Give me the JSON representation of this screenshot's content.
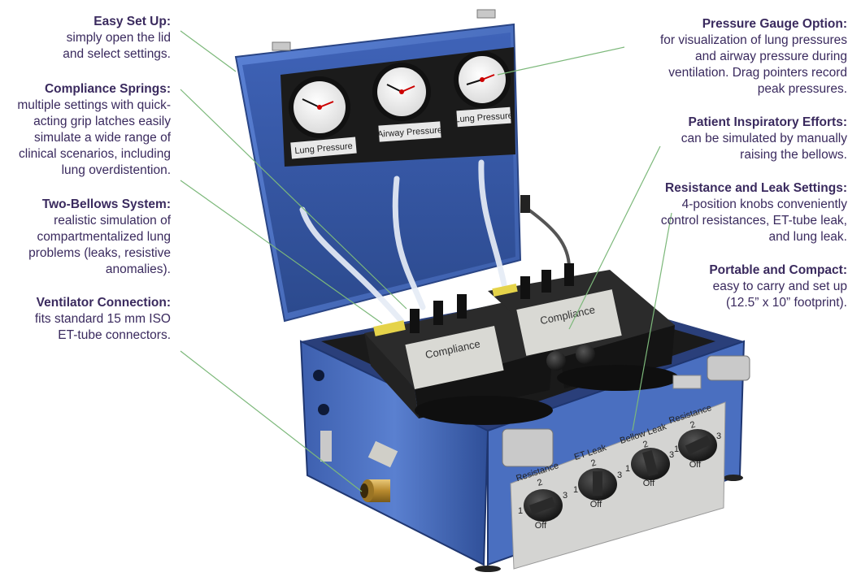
{
  "callouts_left": [
    {
      "title": "Easy Set Up:",
      "lines": [
        "simply open the lid",
        "and select settings."
      ]
    },
    {
      "title": "Compliance Springs:",
      "lines": [
        "multiple settings with quick-",
        "acting grip latches easily",
        "simulate a wide range of",
        "clinical scenarios, including",
        "lung overdistention."
      ]
    },
    {
      "title": "Two-Bellows System:",
      "lines": [
        "realistic simulation of",
        "compartmentalized lung",
        "problems (leaks, resistive",
        "anomalies)."
      ]
    },
    {
      "title": "Ventilator Connection:",
      "lines": [
        "fits standard 15 mm ISO",
        "ET-tube connectors."
      ]
    }
  ],
  "callouts_right": [
    {
      "title": "Pressure Gauge Option:",
      "lines": [
        "for visualization of lung pressures",
        "and airway pressure during",
        "ventilation. Drag pointers record",
        "peak pressures."
      ]
    },
    {
      "title": "Patient Inspiratory Efforts:",
      "lines": [
        "can be simulated by manually",
        "raising the bellows."
      ]
    },
    {
      "title": "Resistance and Leak Settings:",
      "lines": [
        "4-position knobs conveniently",
        "control resistances, ET-tube leak,",
        "and lung leak."
      ]
    },
    {
      "title": "Portable and Compact:",
      "lines": [
        "easy to carry and set up",
        "(12.5” x 10” footprint)."
      ]
    }
  ],
  "gauges": [
    {
      "label": "Lung Pressure"
    },
    {
      "label": "Airway Pressure"
    },
    {
      "label": "Lung Pressure"
    }
  ],
  "panel": {
    "compliance_label": "Compliance",
    "knobs": [
      {
        "label": "Resistance",
        "number": "2",
        "left": "1",
        "right": "3",
        "bottom": "Off"
      },
      {
        "label": "ET Leak",
        "number": "2",
        "left": "1",
        "right": "3",
        "bottom": "Off"
      },
      {
        "label": "Bellow Leak",
        "number": "2",
        "left": "1",
        "right": "3",
        "bottom": "Off"
      },
      {
        "label": "Resistance",
        "number": "2",
        "left": "1",
        "right": "3",
        "bottom": "Off"
      }
    ]
  },
  "colors": {
    "case_blue": "#4a6fc0",
    "case_dark": "#2c4a8e",
    "callout_text": "#3a2a5e",
    "leader_line": "#7cb87a"
  }
}
